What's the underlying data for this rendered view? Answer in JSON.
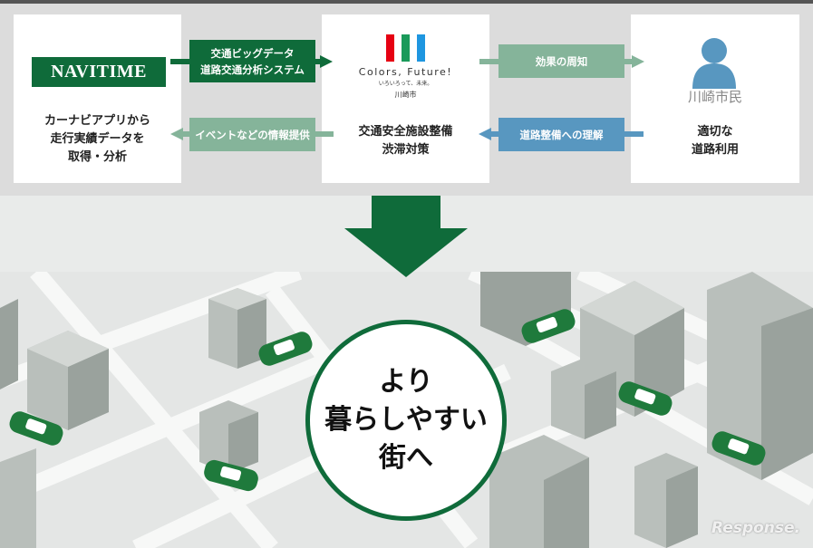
{
  "navitime": {
    "logo": "NAVITIME",
    "desc": [
      "カーナビアプリから",
      "走行実績データを",
      "取得・分析"
    ]
  },
  "kawasaki": {
    "slogan": "Colors, Future!",
    "slogan_sub": "いろいろって、未来。",
    "city": "川崎市",
    "desc": [
      "交通安全施設整備",
      "渋滞対策"
    ]
  },
  "citizen": {
    "label": "川崎市民",
    "desc": [
      "適切な",
      "道路利用"
    ]
  },
  "arrows": {
    "to_city": [
      "交通ビッグデータ",
      "道路交通分析システム"
    ],
    "to_navitime": "イベントなどの情報提供",
    "to_citizen": "効果の周知",
    "from_citizen": "道路整備への理解"
  },
  "goal": [
    "より",
    "暮らしやすい",
    "街へ"
  ],
  "watermark": "Response.",
  "colors": {
    "dark_green": "#0f6b3a",
    "light_green": "#85b49a",
    "blue": "#5897c0",
    "logo_red": "#e60012",
    "logo_green": "#1a9a5a",
    "logo_blue": "#1e96e0"
  }
}
